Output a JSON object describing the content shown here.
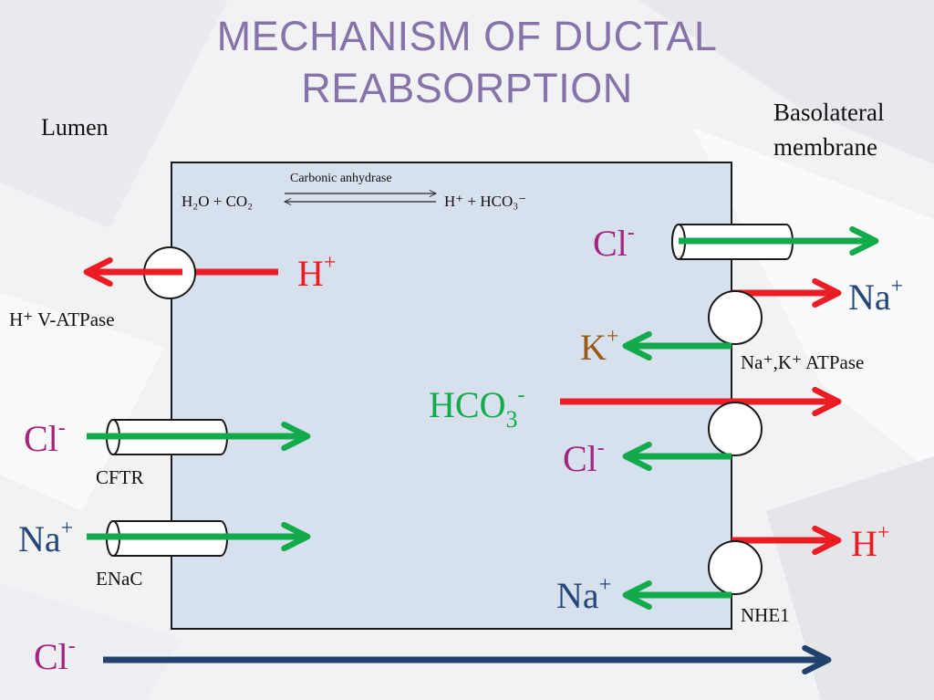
{
  "title": {
    "line1": "MECHANISM OF DUCTAL",
    "line2": "REABSORPTION",
    "color": "#8573a9"
  },
  "labels": {
    "lumen": "Lumen",
    "basolateral_line1": "Basolateral",
    "basolateral_line2": "membrane",
    "enzyme": "Carbonic anhydrase",
    "h_vatpase": "H⁺ V-ATPase",
    "cftr": "CFTR",
    "enac": "ENaC",
    "nak_atpase": "Na⁺,K⁺ ATPase",
    "nhe1": "NHE1"
  },
  "reaction": {
    "h2o": "H₂O + CO₂",
    "products": "H⁺ + HCO₃⁻"
  },
  "ions": {
    "h": "H",
    "cl": "Cl",
    "na": "Na",
    "k": "K",
    "hco3": "HCO",
    "three": "3",
    "plus": "+",
    "minus": "-"
  },
  "colors": {
    "cell_fill": "#d7e1ee",
    "red": "#ec1c24",
    "green": "#12aa4b",
    "navy": "#22426e",
    "magenta": "#a3247e",
    "brown": "#9a5a17",
    "blue_label": "#25467a"
  }
}
